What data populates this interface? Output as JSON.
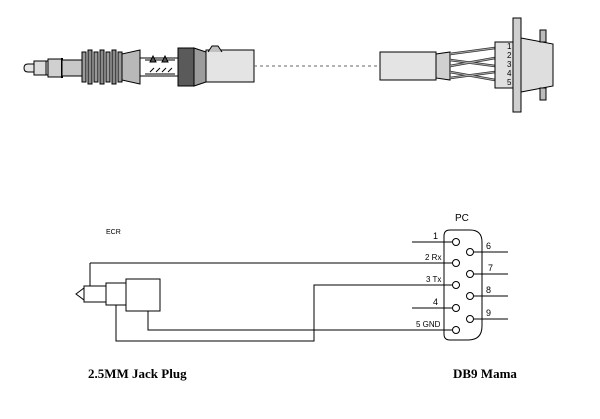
{
  "labels": {
    "ecr": "ECR",
    "pc": "PC",
    "jack_caption": "2.5MM Jack Plug",
    "db9_caption": "DB9 Mama"
  },
  "db9_pins": [
    {
      "label": "1"
    },
    {
      "label": "2 Rx"
    },
    {
      "label": "3 Tx"
    },
    {
      "label": "4"
    },
    {
      "label": "5 GND"
    },
    {
      "label": "6"
    },
    {
      "label": "7"
    },
    {
      "label": "8"
    },
    {
      "label": "9"
    }
  ],
  "connector_pin_numbers": [
    "1",
    "2",
    "3",
    "4",
    "5"
  ]
}
